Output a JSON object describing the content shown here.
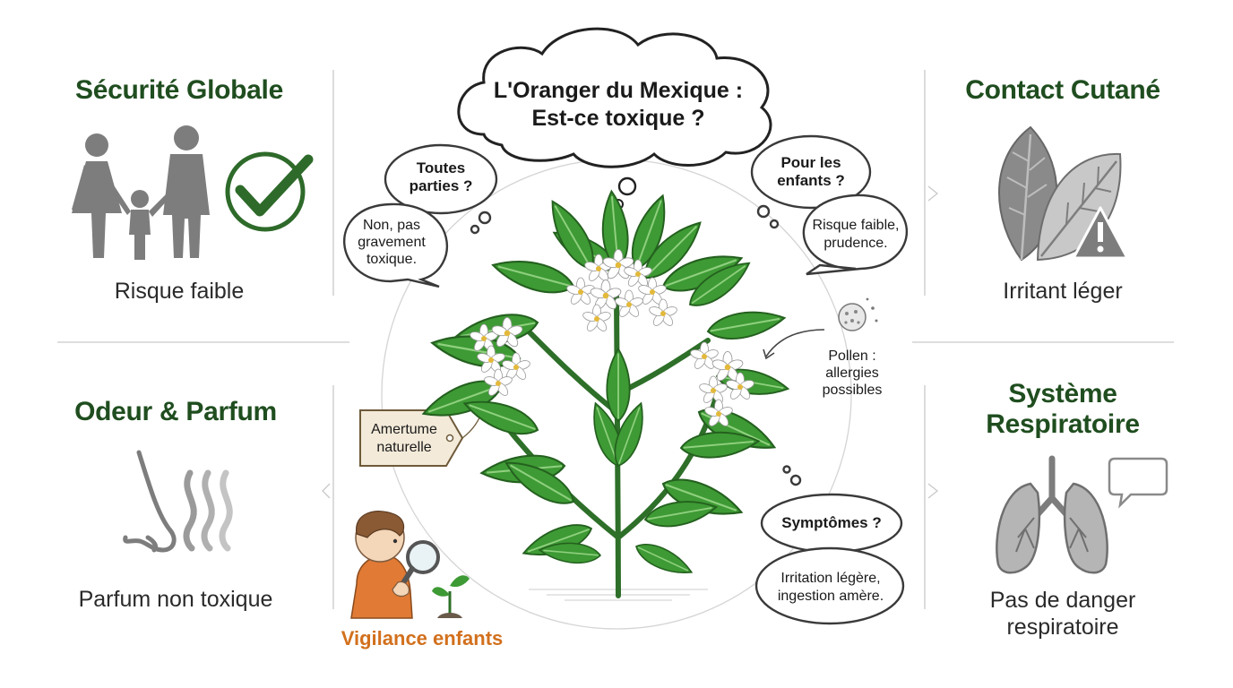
{
  "title": {
    "line1": "L'Oranger du Mexique :",
    "line2": "Est-ce toxique ?"
  },
  "panels": {
    "securite": {
      "title": "Sécurité Globale",
      "caption": "Risque faible"
    },
    "odeur": {
      "title": "Odeur & Parfum",
      "caption": "Parfum non toxique"
    },
    "contact": {
      "title": "Contact Cutané",
      "caption": "Irritant léger"
    },
    "respiratoire": {
      "title_line1": "Système",
      "title_line2": "Respiratoire",
      "caption_line1": "Pas de danger",
      "caption_line2": "respiratoire"
    }
  },
  "bubbles": {
    "toutes_parties": {
      "line1": "Toutes",
      "line2": "parties ?"
    },
    "non_pas": {
      "line1": "Non, pas",
      "line2": "gravement",
      "line3": "toxique."
    },
    "pour_enfants": {
      "line1": "Pour les",
      "line2": "enfants ?"
    },
    "risque_faible": {
      "line1": "Risque faible,",
      "line2": "prudence."
    },
    "symptomes": {
      "line1": "Symptômes ?"
    },
    "irritation": {
      "line1": "Irritation légère,",
      "line2": "ingestion amère."
    }
  },
  "labels": {
    "pollen": {
      "line1": "Pollen :",
      "line2": "allergies",
      "line3": "possibles"
    },
    "amertume": {
      "line1": "Amertume",
      "line2": "naturelle"
    },
    "vigilance": "Vigilance enfants"
  },
  "colors": {
    "title_green": "#1f4d1f",
    "leaf_green": "#3e9a34",
    "leaf_dark": "#2a6e26",
    "icon_grey": "#7d7d7d",
    "check_green": "#2e6a2a",
    "vigilance_orange": "#d2701d",
    "tag_fill": "#f3ead9"
  }
}
